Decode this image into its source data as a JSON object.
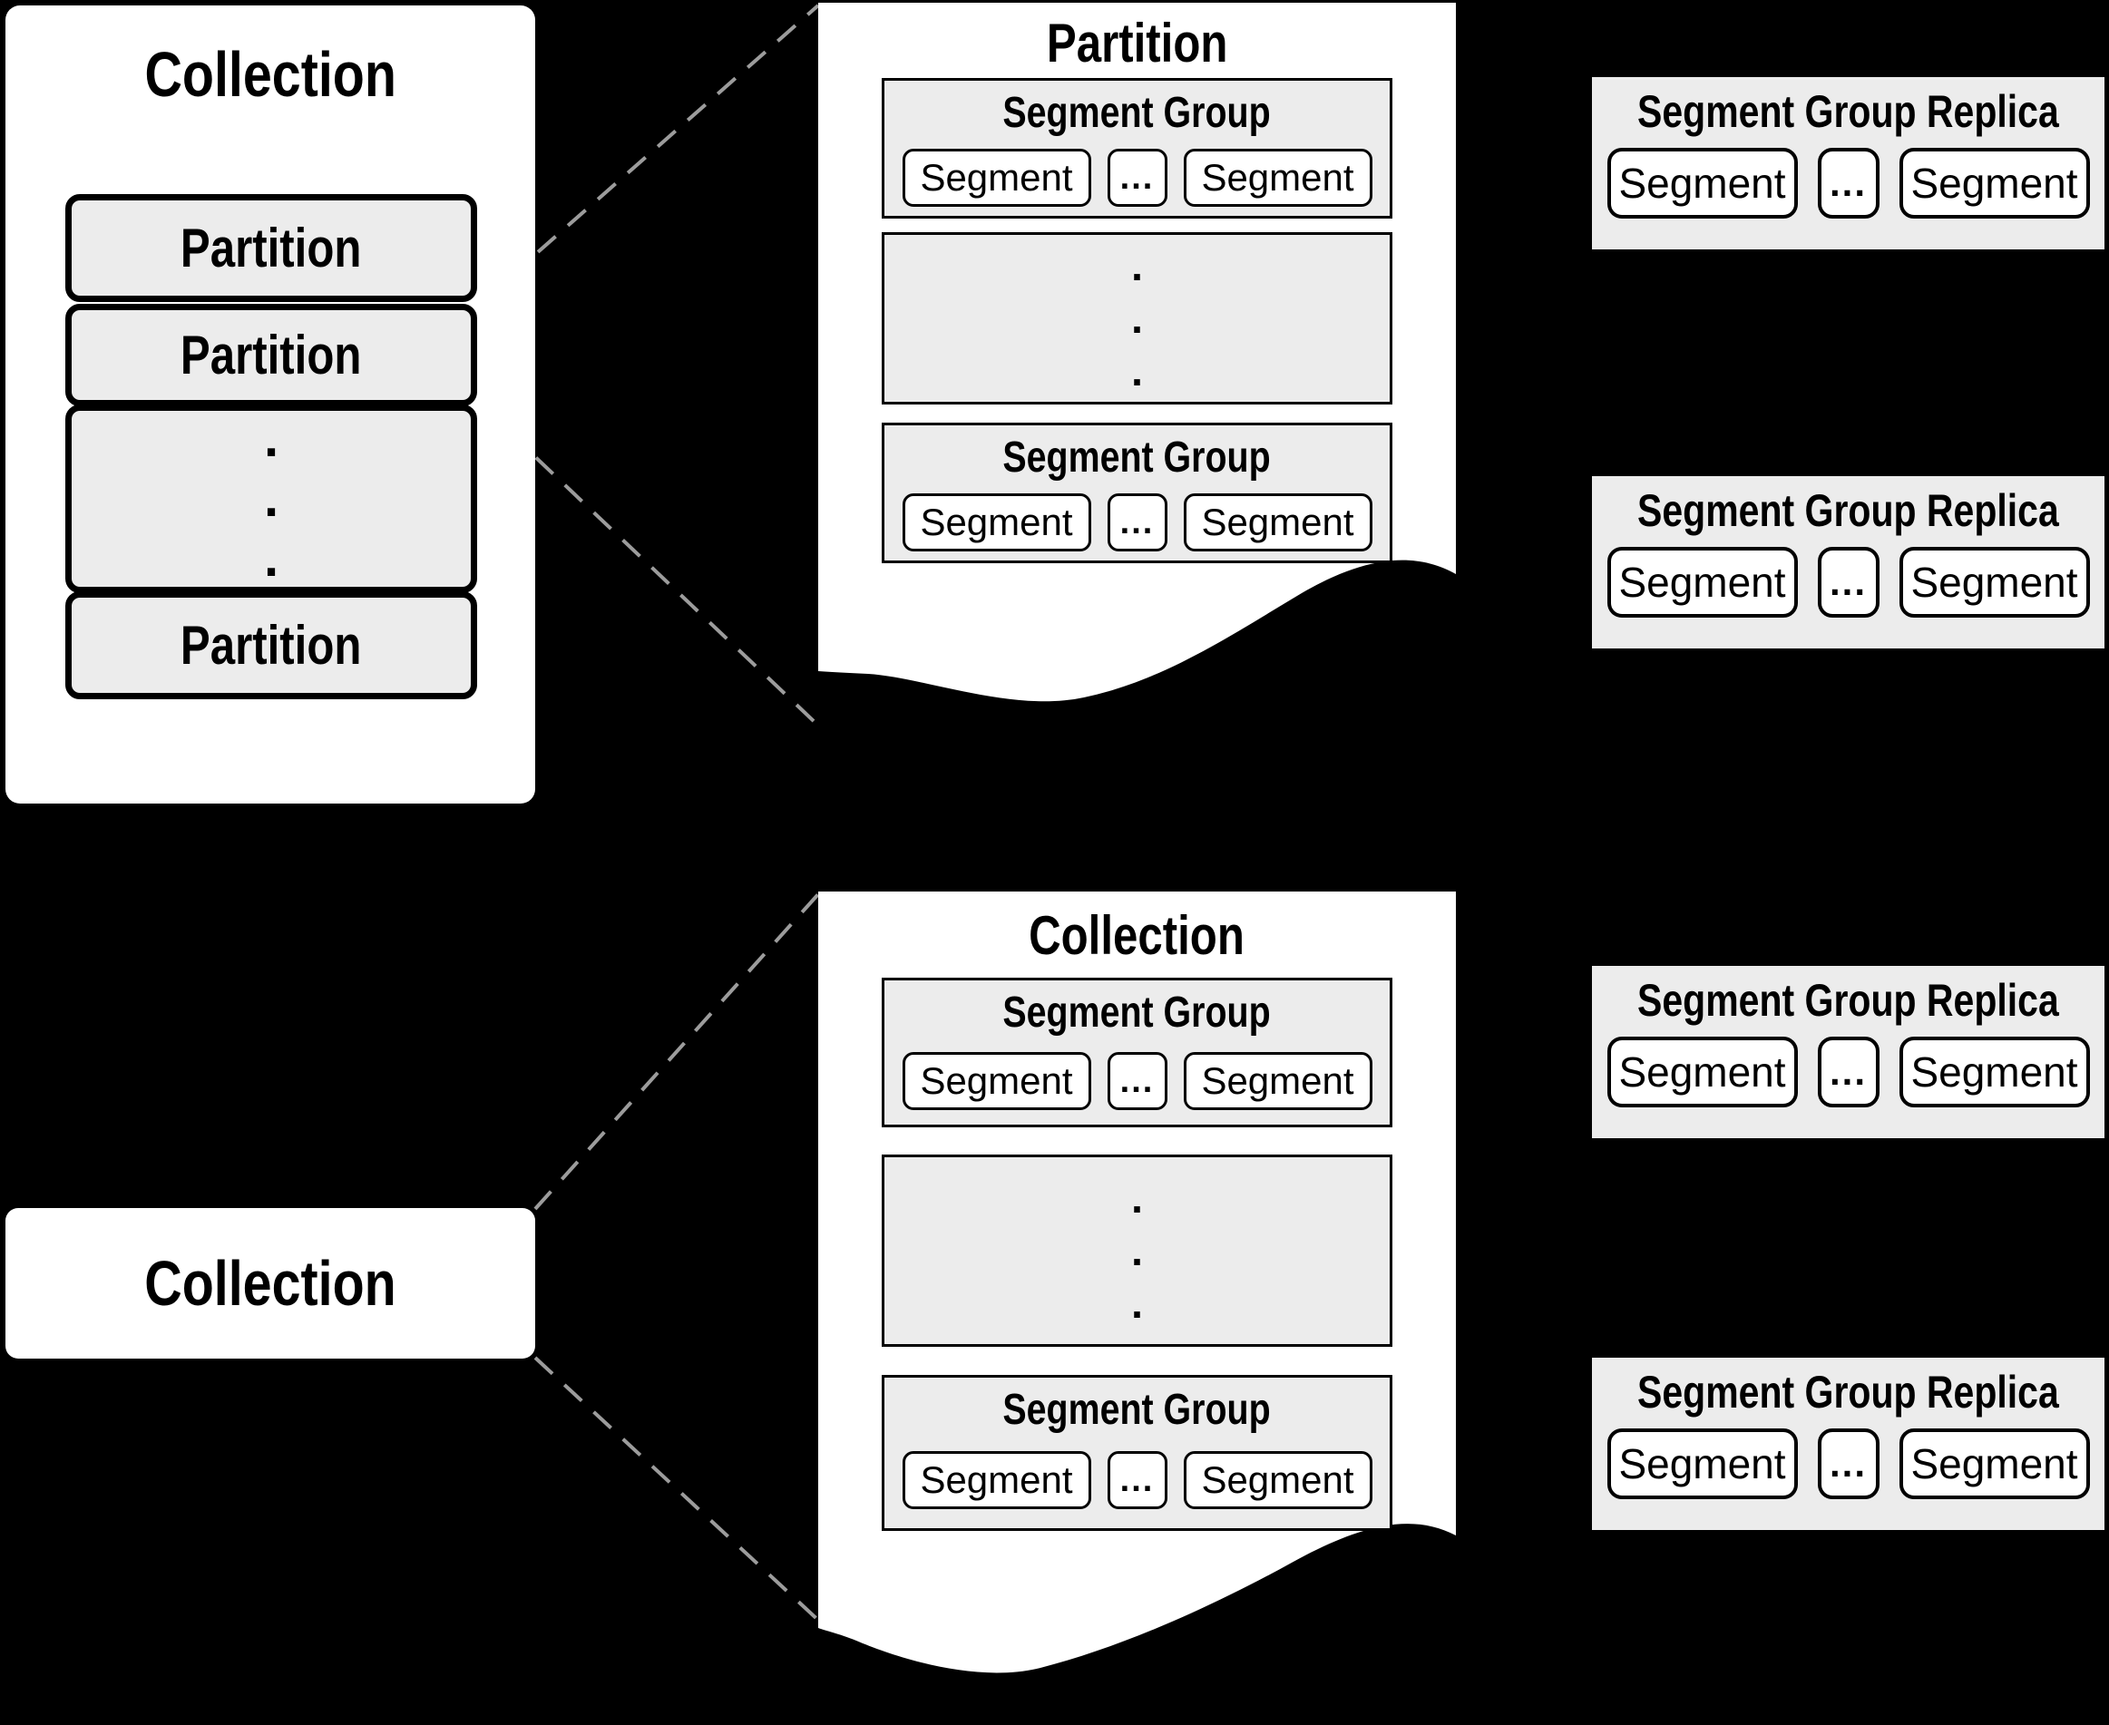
{
  "colors": {
    "background": "#000000",
    "panel_fill": "#ffffff",
    "box_fill": "#ececec",
    "border": "#000000",
    "dash_line": "#9c9c9c"
  },
  "shared": {
    "dot": "."
  },
  "collection_panel": {
    "title": "Collection",
    "partitions": [
      "Partition",
      "Partition",
      "Partition"
    ]
  },
  "partition_doc": {
    "title": "Partition",
    "segment_group_top": {
      "title": "Segment Group",
      "segment_left": "Segment",
      "ellipsis": "...",
      "segment_right": "Segment"
    },
    "segment_group_bottom": {
      "title": "Segment Group",
      "segment_left": "Segment",
      "ellipsis": "...",
      "segment_right": "Segment"
    }
  },
  "collection_doc": {
    "title": "Collection",
    "segment_group_top": {
      "title": "Segment Group",
      "segment_left": "Segment",
      "ellipsis": "...",
      "segment_right": "Segment"
    },
    "segment_group_bottom": {
      "title": "Segment Group",
      "segment_left": "Segment",
      "ellipsis": "...",
      "segment_right": "Segment"
    }
  },
  "collection_box": {
    "title": "Collection"
  },
  "replicas": {
    "top_first": {
      "title": "Segment Group Replica",
      "segment_left": "Segment",
      "ellipsis": "...",
      "segment_right": "Segment"
    },
    "top_second": {
      "title": "Segment Group Replica",
      "segment_left": "Segment",
      "ellipsis": "...",
      "segment_right": "Segment"
    },
    "bottom_first": {
      "title": "Segment Group Replica",
      "segment_left": "Segment",
      "ellipsis": "...",
      "segment_right": "Segment"
    },
    "bottom_second": {
      "title": "Segment Group Replica",
      "segment_left": "Segment",
      "ellipsis": "...",
      "segment_right": "Segment"
    }
  }
}
